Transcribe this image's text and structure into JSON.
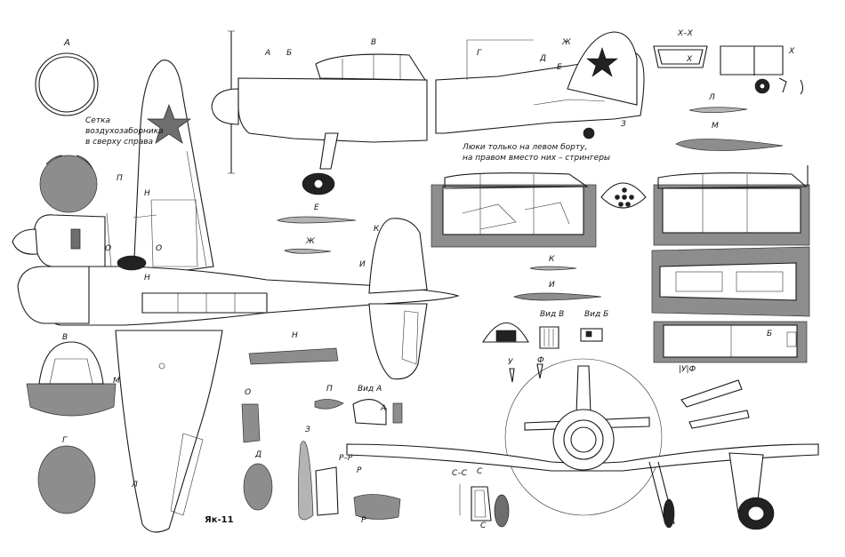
{
  "colors": {
    "ink": "#1a1a1a",
    "shade": "#8d8d8d",
    "dark_shade": "#6e6e6e",
    "paper": "#ffffff"
  },
  "icons": {
    "roundel": "red-star-icon"
  },
  "notes": {
    "intake_mesh": "Сетка\nвоздухозаборника\nв сверху справа",
    "hatches": "Люки только на левом борту,\nна правом вместо них – стрингеры"
  },
  "title": "Як-11",
  "labels": {
    "A": "А",
    "B": "Б",
    "V": "В",
    "G": "Г",
    "D": "Д",
    "E": "Е",
    "ZH": "Ж",
    "Z": "З",
    "I": "И",
    "K": "К",
    "L": "Л",
    "M": "М",
    "N": "Н",
    "O": "О",
    "P": "П",
    "X": "Х",
    "U": "У",
    "F": "Ф",
    "S": "С",
    "R": "Р",
    "XX": "Х–Х",
    "PP": "Р–Р",
    "SS": "С–С",
    "UF": "|У|Ф",
    "view_A": "Вид А",
    "view_V": "Вид В",
    "view_B": "Вид Б"
  }
}
